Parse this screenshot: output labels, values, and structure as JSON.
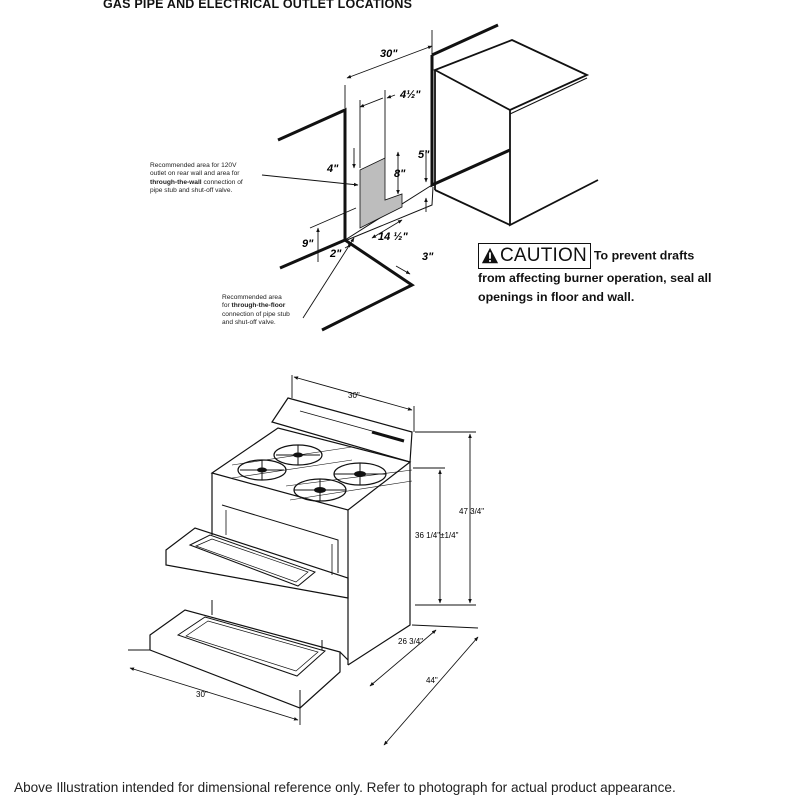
{
  "title": "GAS PIPE AND ELECTRICAL OUTLET LOCATIONS",
  "top_dims": {
    "width": "30\"",
    "four_half": "4½\"",
    "five": "5\"",
    "four": "4\"",
    "eight": "8\"",
    "nine": "9\"",
    "two": "2\"",
    "fourteen_half": "14 ½\"",
    "three": "3\""
  },
  "note_wall": {
    "line1": "Recommended area for 120V",
    "line2": "outlet on rear wall and area for",
    "line3_bold": "through-the-wall",
    "line3_rest": " connection of",
    "line4": "pipe stub and shut-off valve."
  },
  "note_floor": {
    "line1": "Recommended area",
    "line2_pre": "for ",
    "line2_bold": "through-the-floor",
    "line3": "connection of pipe stub",
    "line4": "and shut-off valve."
  },
  "caution": {
    "word": "CAUTION",
    "text_first": "To prevent",
    "text_rest": "drafts from affecting burner operation, seal all openings in floor and wall."
  },
  "range_dims": {
    "top_width": "30\"",
    "total_height": "47 3/4\"",
    "cooktop_height": "36 1/4\"±1/4\"",
    "bottom_width": "30\"",
    "depth": "26 3/4\"",
    "depth_open": "44\""
  },
  "footer": "Above Illustration intended for dimensional reference only. Refer to photograph for actual product appearance."
}
